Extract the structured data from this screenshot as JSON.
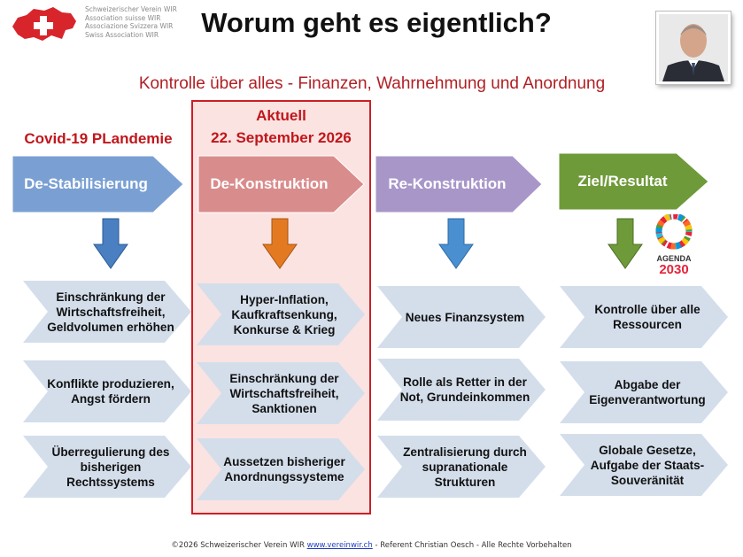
{
  "header": {
    "org_lines": [
      "Schweizerischer Verein WIR",
      "Association suisse WIR",
      "Associazione Svizzera WIR",
      "Swiss Association WIR"
    ],
    "title": "Worum geht es eigentlich?",
    "subtitle": "Kontrolle über alles - Finanzen, Wahrnehmung und Anordnung"
  },
  "labels": {
    "col1_top": "Covid-19 PLandemie",
    "col2_top1": "Aktuell",
    "col2_top2": "22. September 2026"
  },
  "agenda": {
    "line1": "AGENDA",
    "line2": "2030"
  },
  "columns": [
    {
      "header": "De-Stabilisierung",
      "color": "#7aa0d3",
      "down_arrow_color": "#4a7fc1",
      "items": [
        "Einschränkung der Wirtschaftsfreiheit, Geldvolumen erhöhen",
        "Konflikte produzieren, Angst fördern",
        "Überregulierung des bisherigen Rechtssystems"
      ]
    },
    {
      "header": "De-Konstruktion",
      "color": "#d98c8c",
      "down_arrow_color": "#e37a22",
      "items": [
        "Hyper-Inflation, Kaufkraftsenkung, Konkurse & Krieg",
        "Einschränkung der Wirtschaftsfreiheit, Sanktionen",
        "Aussetzen bisheriger Anordnungssysteme"
      ]
    },
    {
      "header": "Re-Konstruktion",
      "color": "#a896c9",
      "down_arrow_color": "#4a8fd0",
      "items": [
        "Neues Finanzsystem",
        "Rolle als Retter in der Not, Grundeinkommen",
        "Zentralisierung durch supranationale Strukturen"
      ]
    },
    {
      "header": "Ziel/Resultat",
      "color": "#6f9a3a",
      "down_arrow_color": "#6f9a3a",
      "items": [
        "Kontrolle über alle Ressourcen",
        "Abgabe der Eigenverantwortung",
        "Globale Gesetze, Aufgabe der Staats-Souveränität"
      ]
    }
  ],
  "footer": {
    "prefix": "©2026 Schweizerischer Verein WIR",
    "link": "www.vereinwir.ch",
    "suffix": "- Referent Christian Oesch - Alle Rechte Vorbehalten"
  }
}
